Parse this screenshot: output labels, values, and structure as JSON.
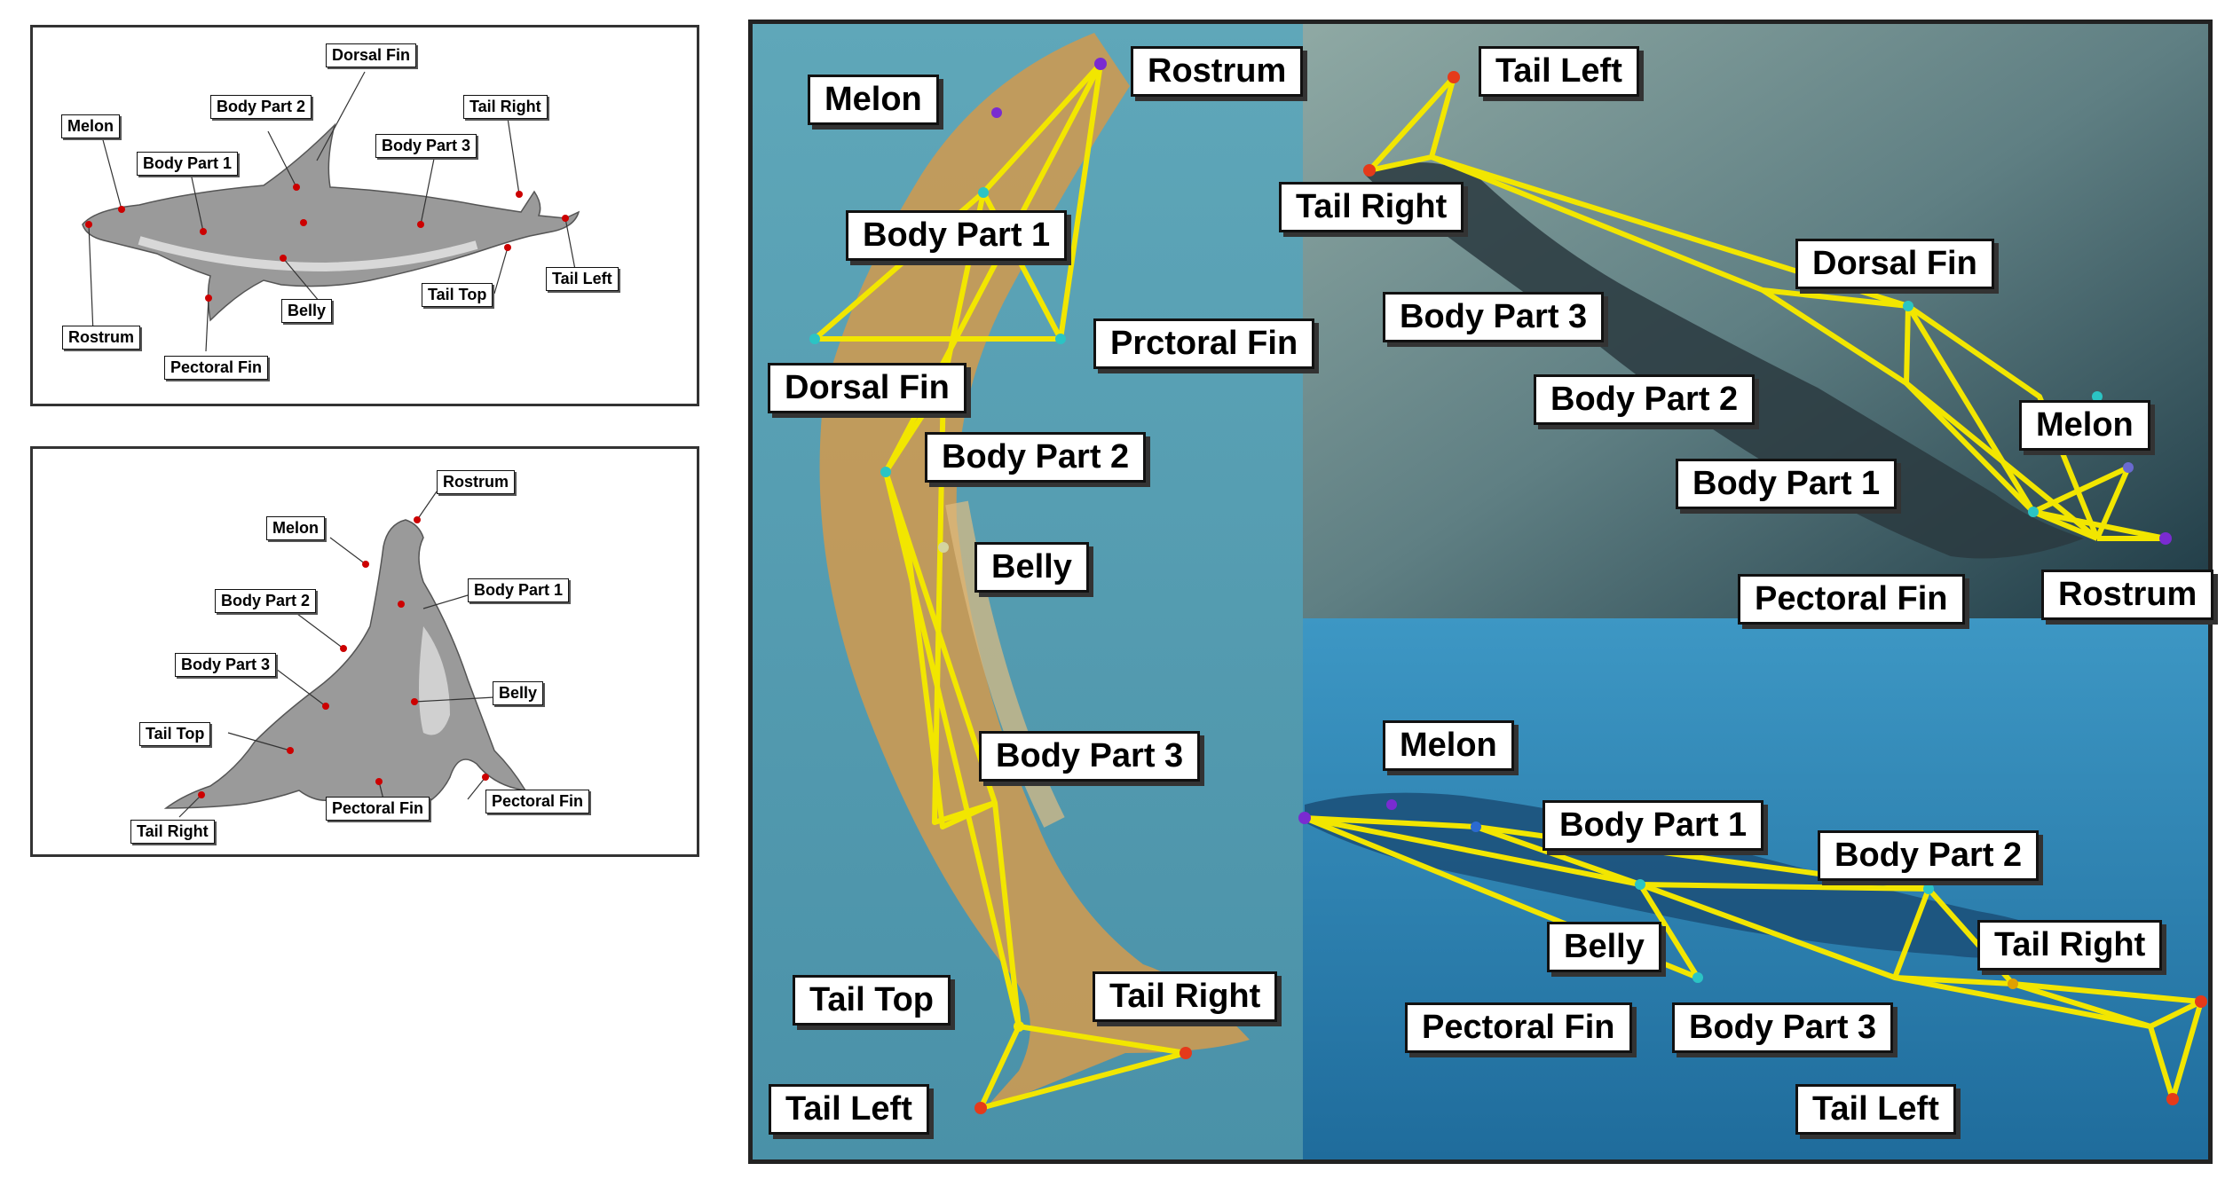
{
  "diagram_labels": {
    "dolphin": {
      "dorsal_fin": "Dorsal Fin",
      "tail_right": "Tail Right",
      "melon": "Melon",
      "body_part_2": "Body Part 2",
      "body_part_3": "Body Part 3",
      "body_part_1": "Body Part 1",
      "tail_left": "Tail Left",
      "belly": "Belly",
      "tail_top": "Tail Top",
      "rostrum": "Rostrum",
      "pectoral_fin": "Pectoral Fin"
    },
    "sea_lion": {
      "rostrum": "Rostrum",
      "melon": "Melon",
      "body_part_1": "Body Part 1",
      "body_part_2": "Body Part 2",
      "body_part_3": "Body Part 3",
      "belly": "Belly",
      "tail_top": "Tail Top",
      "pectoral_fin_left": "Pectoral Fin",
      "pectoral_fin_right": "Pectoral Fin",
      "tail_right": "Tail Right"
    }
  },
  "photo_labels": {
    "vertical": {
      "melon": "Melon",
      "rostrum": "Rostrum",
      "body_part_1": "Body Part 1",
      "prctoral_fin": "Prctoral Fin",
      "dorsal_fin": "Dorsal Fin",
      "body_part_2": "Body Part 2",
      "belly": "Belly",
      "body_part_3": "Body Part 3",
      "tail_top": "Tail Top",
      "tail_right": "Tail Right",
      "tail_left": "Tail Left"
    },
    "top_right": {
      "tail_left": "Tail Left",
      "tail_right": "Tail Right",
      "dorsal_fin": "Dorsal Fin",
      "body_part_3": "Body Part 3",
      "body_part_2": "Body Part 2",
      "melon": "Melon",
      "body_part_1": "Body Part 1",
      "pectoral_fin": "Pectoral Fin",
      "rostrum": "Rostrum"
    },
    "bottom_right": {
      "melon": "Melon",
      "body_part_1": "Body Part 1",
      "body_part_2": "Body Part 2",
      "belly": "Belly",
      "tail_right": "Tail Right",
      "pectoral_fin": "Pectoral Fin",
      "body_part_3": "Body Part 3",
      "tail_left": "Tail Left"
    }
  },
  "colors": {
    "skeleton_line": "#f2e600",
    "keypoint_dot": "#cc0000",
    "water_light": "#4a9db8",
    "water_deep": "#2a6e9a",
    "dolphin_body": "#c99a55",
    "animal_grey": "#9a9a9a"
  }
}
